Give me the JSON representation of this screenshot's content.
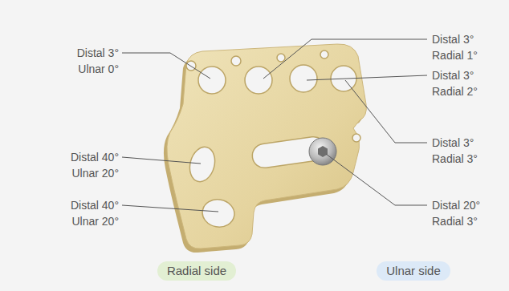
{
  "diagram": {
    "nodes": [
      {
        "text": [
          "Radial side"
        ]
      },
      {
        "text": [
          "Ulnar side"
        ]
      }
    ],
    "labels": [
      "Distal 3° Ulnar 0°",
      "Distal 3° Radial 1°",
      "Distal 3° Radial 2°",
      "Distal 3° Radial 3°",
      "Distal 40° Ulnar 20°",
      "Distal 40° Ulnar 20°",
      "Distal 20° Radial 3°"
    ]
  }
}
